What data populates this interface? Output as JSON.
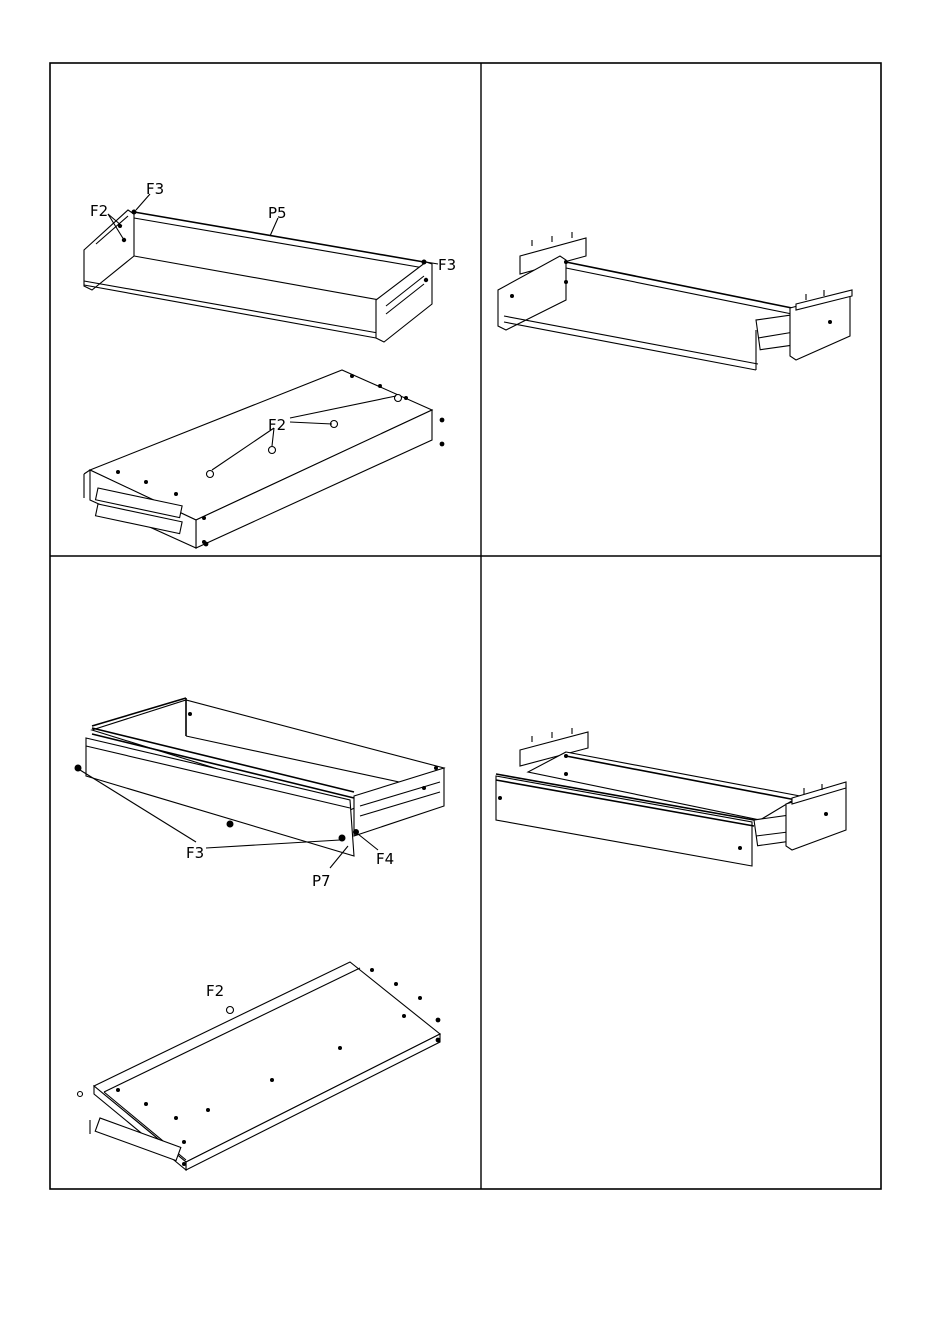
{
  "panels": [
    {
      "id": "top-left",
      "labels": [
        "F3",
        "F2",
        "P5",
        "F3",
        "F2"
      ]
    },
    {
      "id": "top-right",
      "labels": []
    },
    {
      "id": "bottom-left",
      "labels": [
        "F3",
        "F4",
        "P7",
        "F2"
      ]
    },
    {
      "id": "bottom-right",
      "labels": []
    }
  ]
}
